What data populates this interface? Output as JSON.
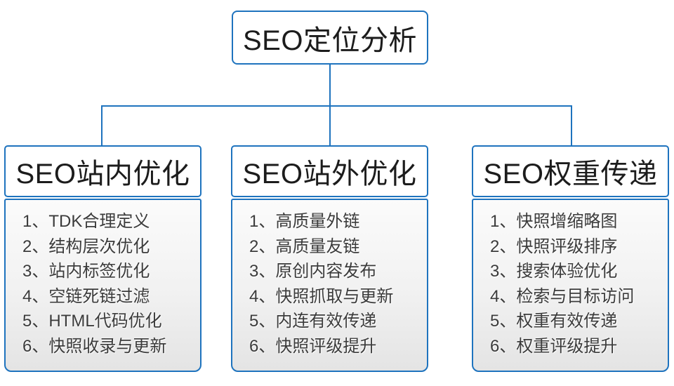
{
  "root": {
    "title": "SEO定位分析"
  },
  "columns": [
    {
      "title": "SEO站内优化",
      "items": [
        "1、TDK合理定义",
        "2、结构层次优化",
        "3、站内标签优化",
        "4、空链死链过滤",
        "5、HTML代码优化",
        "6、快照收录与更新"
      ]
    },
    {
      "title": "SEO站外优化",
      "items": [
        "1、高质量外链",
        "2、高质量友链",
        "3、原创内容发布",
        "4、快照抓取与更新",
        "5、内连有效传递",
        "6、快照评级提升"
      ]
    },
    {
      "title": "SEO权重传递",
      "items": [
        "1、快照增缩略图",
        "2、快照评级排序",
        "3、搜索体验优化",
        "4、检索与目标访问",
        "5、权重有效传递",
        "6、权重评级提升"
      ]
    }
  ],
  "colors": {
    "accent": "#1e73be",
    "text_dark": "#1c1c1c",
    "text_list": "#3b3b3b",
    "panel_top": "#fbfbfb",
    "panel_bottom": "#e4e4e4"
  }
}
